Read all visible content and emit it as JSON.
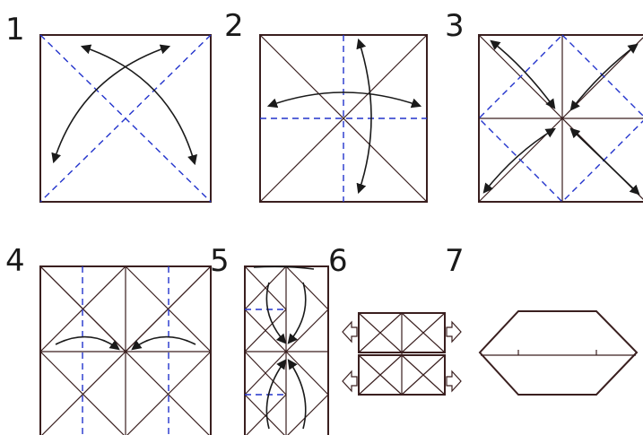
{
  "steps": [
    {
      "label": "1"
    },
    {
      "label": "2"
    },
    {
      "label": "3"
    },
    {
      "label": "4"
    },
    {
      "label": "5"
    },
    {
      "label": "6"
    },
    {
      "label": "7"
    }
  ],
  "colors": {
    "edge": "#3a1f1f",
    "valley_fold": "#2233cc",
    "arrow": "#1a1a1a"
  }
}
